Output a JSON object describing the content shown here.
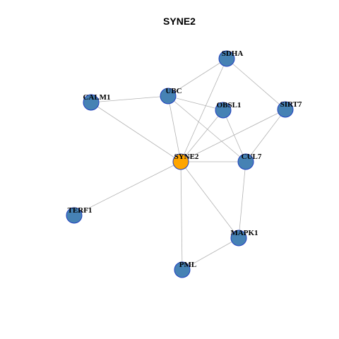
{
  "title": "SYNE2",
  "colors": {
    "hub": "#ffa500",
    "node": "#4682b4",
    "node_border": "#1f3fbf",
    "edge": "#b3b3b3"
  },
  "nodes": [
    {
      "id": "SYNE2",
      "label": "SYNE2",
      "hub": true
    },
    {
      "id": "SDHA",
      "label": "SDHA",
      "hub": false
    },
    {
      "id": "UBC",
      "label": "UBC",
      "hub": false
    },
    {
      "id": "CALM1",
      "label": "CALM1",
      "hub": false
    },
    {
      "id": "OBSL1",
      "label": "OBSL1",
      "hub": false
    },
    {
      "id": "SIRT7",
      "label": "SIRT7",
      "hub": false
    },
    {
      "id": "CUL7",
      "label": "CUL7",
      "hub": false
    },
    {
      "id": "TERF1",
      "label": "TERF1",
      "hub": false
    },
    {
      "id": "MAPK1",
      "label": "MAPK1",
      "hub": false
    },
    {
      "id": "PML",
      "label": "PML",
      "hub": false
    }
  ],
  "edges": [
    [
      "SYNE2",
      "SDHA"
    ],
    [
      "SYNE2",
      "UBC"
    ],
    [
      "SYNE2",
      "CALM1"
    ],
    [
      "SYNE2",
      "OBSL1"
    ],
    [
      "SYNE2",
      "SIRT7"
    ],
    [
      "SYNE2",
      "CUL7"
    ],
    [
      "SYNE2",
      "TERF1"
    ],
    [
      "SYNE2",
      "MAPK1"
    ],
    [
      "SYNE2",
      "PML"
    ],
    [
      "SDHA",
      "UBC"
    ],
    [
      "SDHA",
      "SIRT7"
    ],
    [
      "UBC",
      "CALM1"
    ],
    [
      "UBC",
      "OBSL1"
    ],
    [
      "UBC",
      "CUL7"
    ],
    [
      "OBSL1",
      "CUL7"
    ],
    [
      "SIRT7",
      "CUL7"
    ],
    [
      "CUL7",
      "MAPK1"
    ],
    [
      "MAPK1",
      "PML"
    ]
  ]
}
